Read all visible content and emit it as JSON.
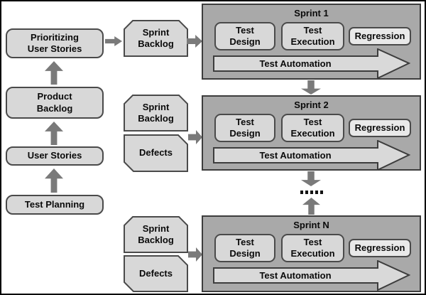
{
  "colors": {
    "background": "#ffffff",
    "outer_border": "#000000",
    "node_fill": "#d8d8d8",
    "node_border": "#4a4a4a",
    "sprint_fill": "#a9a9a9",
    "sprint_border": "#3d3d3d",
    "regression_fill": "#e9e9e9",
    "flow_arrow": "#7a7a7a",
    "automation_fill": "#d9d9d9",
    "text": "#0a0a0a"
  },
  "planning_flow": {
    "test_planning": {
      "line1": "Test Planning",
      "line2": ""
    },
    "user_stories": {
      "line1": "User Stories",
      "line2": ""
    },
    "product_backlog": {
      "line1": "Product",
      "line2": "Backlog"
    },
    "prioritizing": {
      "line1": "Prioritizing",
      "line2": "User Stories"
    }
  },
  "sprint_inputs": [
    {
      "backlog_line1": "Sprint",
      "backlog_line2": "Backlog"
    },
    {
      "backlog_line1": "Sprint",
      "backlog_line2": "Backlog",
      "defects": "Defects"
    },
    {
      "backlog_line1": "Sprint",
      "backlog_line2": "Backlog",
      "defects": "Defects"
    }
  ],
  "sprints": [
    {
      "title": "Sprint 1",
      "test_design_line1": "Test",
      "test_design_line2": "Design",
      "test_execution_line1": "Test",
      "test_execution_line2": "Execution",
      "regression": "Regression",
      "automation": "Test Automation"
    },
    {
      "title": "Sprint 2",
      "test_design_line1": "Test",
      "test_design_line2": "Design",
      "test_execution_line1": "Test",
      "test_execution_line2": "Execution",
      "regression": "Regression",
      "automation": "Test Automation"
    },
    {
      "title": "Sprint N",
      "test_design_line1": "Test",
      "test_design_line2": "Design",
      "test_execution_line1": "Test",
      "test_execution_line2": "Execution",
      "regression": "Regression",
      "automation": "Test Automation"
    }
  ],
  "continuation_dot_count": 5
}
